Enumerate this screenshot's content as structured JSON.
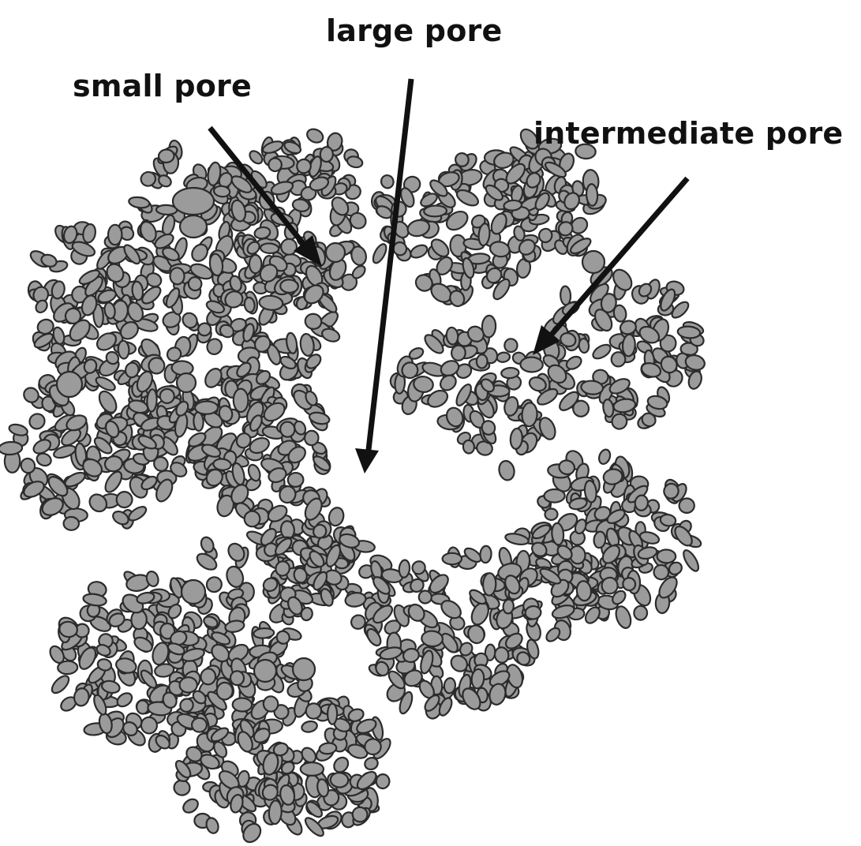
{
  "labels": {
    "large_pore": "large pore",
    "small_pore": "small pore",
    "intermediate_pore": "intermediate pore"
  },
  "colors": {
    "particle_fill": "#9b9b9b",
    "particle_stroke": "#2b2b2b",
    "arrow": "#111111",
    "background": "#ffffff"
  }
}
